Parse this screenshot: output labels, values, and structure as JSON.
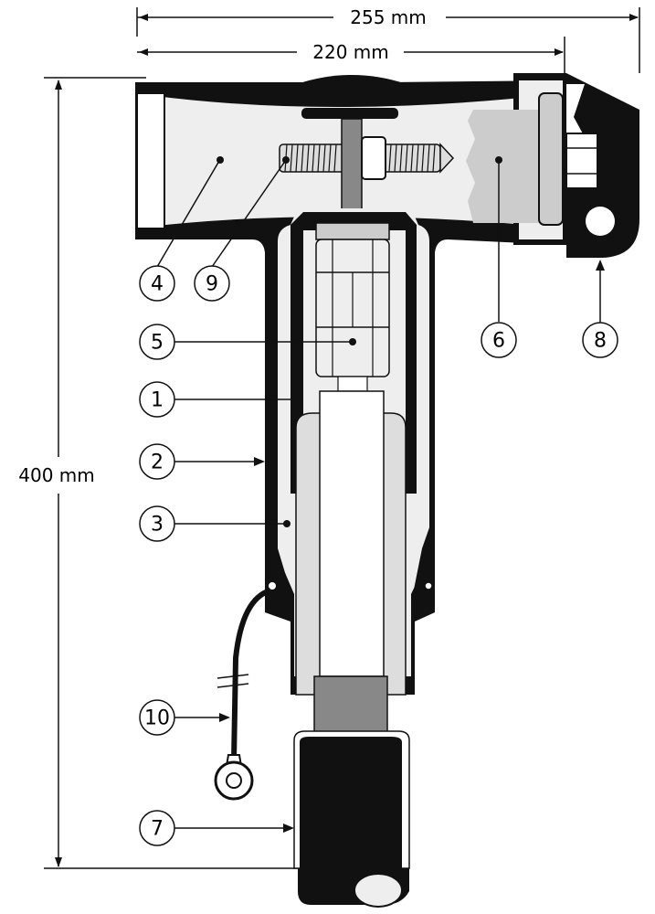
{
  "dimensions": {
    "overall_width": "255 mm",
    "body_width": "220 mm",
    "height": "400 mm"
  },
  "callouts": {
    "c1": "1",
    "c2": "2",
    "c3": "3",
    "c4": "4",
    "c5": "5",
    "c6": "6",
    "c7": "7",
    "c8": "8",
    "c9": "9",
    "c10": "10"
  },
  "colors": {
    "ink": "#111111",
    "light_fill": "#eeeeee",
    "mid_fill": "#cccccc",
    "dark_fill": "#888888"
  }
}
